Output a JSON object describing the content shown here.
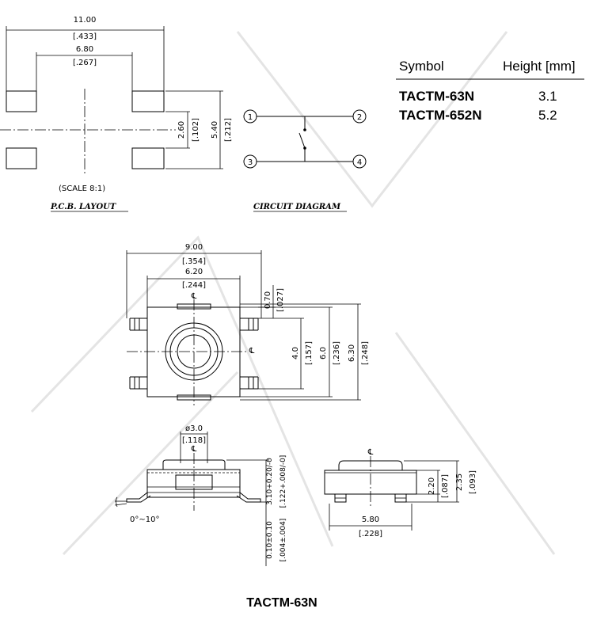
{
  "pcb": {
    "dim_width_mm": "11.00",
    "dim_width_in": "[.433]",
    "dim_inner_mm": "6.80",
    "dim_inner_in": "[.267]",
    "dim_pitch_mm": "2.60",
    "dim_pitch_in": "[.102]",
    "dim_height_mm": "5.40",
    "dim_height_in": "[.212]",
    "scale": "(SCALE 8:1)",
    "caption": "P.C.B. LAYOUT"
  },
  "circuit": {
    "pins": [
      "1",
      "2",
      "3",
      "4"
    ],
    "caption": "CIRCUIT DIAGRAM"
  },
  "height_table": {
    "header_symbol": "Symbol",
    "header_height": "Height [mm]",
    "rows": [
      {
        "symbol": "TACTM-63N",
        "height": "3.1"
      },
      {
        "symbol": "TACTM-652N",
        "height": "5.2"
      }
    ]
  },
  "top_view": {
    "dim_width_mm": "9.00",
    "dim_width_in": "[.354]",
    "dim_body_mm": "6.20",
    "dim_body_in": "[.244]",
    "dim_offset_mm": "0.70",
    "dim_offset_in": "[.027]",
    "dim_pitch_mm": "4.0",
    "dim_pitch_in": "[.157]",
    "dim_body_h_mm": "6.0",
    "dim_body_h_in": "[.236]",
    "dim_total_h_mm": "6.30",
    "dim_total_h_in": "[.248]",
    "centerline": "℄"
  },
  "front_view": {
    "dim_dia_mm": "ø3.0",
    "dim_dia_in": "[.118]",
    "dim_h_mm": "3.10+0.20/-0",
    "dim_h_in": "[.122+.008/-0]",
    "dim_leg_mm": "0.10±0.10",
    "dim_leg_in": "[.004±.004]",
    "angle": "0°∼10°",
    "centerline": "℄"
  },
  "side_view": {
    "dim_a_mm": "2.20",
    "dim_a_in": "[.087]",
    "dim_b_mm": "2.35",
    "dim_b_in": "[.093]",
    "dim_w_mm": "5.80",
    "dim_w_in": "[.228]",
    "centerline": "℄"
  },
  "part_title": "TACTM-63N"
}
